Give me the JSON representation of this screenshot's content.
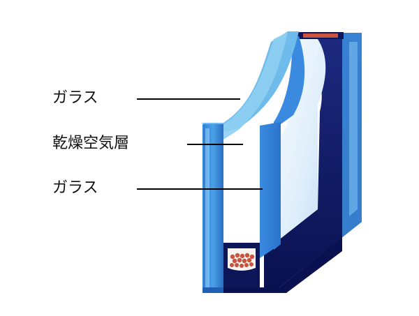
{
  "labels": {
    "glass_outer": "ガラス",
    "air_layer": "乾燥空気層",
    "glass_inner": "ガラス"
  },
  "colors": {
    "background": "#ffffff",
    "glass_blue": "#3f8fdc",
    "glass_light": "#7cc2f0",
    "frame_navy": "#0d1658",
    "desiccant": "#c8543f",
    "leader_line": "#000000"
  }
}
